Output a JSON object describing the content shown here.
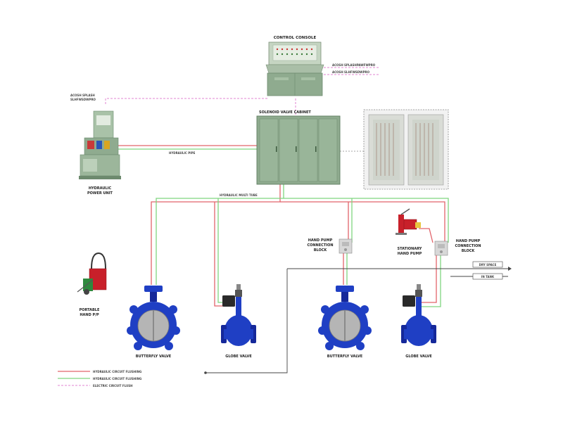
{
  "labels": {
    "control_console": "CONTROL CONSOLE",
    "console_note_1": "ACOSH SPLASHPAWFWPRO",
    "console_note_2": "ACOSH SLHFWSDWPRO",
    "hpu_note_1": "ACOSH SPLASH",
    "hpu_note_2": "SLHFWSDWPRO",
    "solenoid_cabinet": "SOLENOID VALVE CABINET",
    "hydraulic_pipe": "HYDRAULIC PIPE",
    "hydraulic_power_unit_1": "HYDRAULIC",
    "hydraulic_power_unit_2": "POWER UNIT",
    "hydraulic_multi_tube": "HYDRAULIC MULTI TUBE",
    "hand_pump_block_left_1": "HAND PUMP",
    "hand_pump_block_left_2": "CONNECTION",
    "hand_pump_block_left_3": "BLOCK",
    "stationary_pump_1": "STATIONARY",
    "stationary_pump_2": "HAND PUMP",
    "hand_pump_block_right_1": "HAND PUMP",
    "hand_pump_block_right_2": "CONNECTION",
    "hand_pump_block_right_3": "BLOCK",
    "dry_space": "DRY SPACE",
    "in_tank": "IN TANK",
    "portable_pump_1": "PORTABLE",
    "portable_pump_2": "HAND P/P",
    "butterfly_valve_1": "BUTTERFLY VALVE",
    "globe_valve_1": "GLOBE VALVE",
    "butterfly_valve_2": "BUTTERFLY VALVE",
    "globe_valve_2": "GLOBE VALVE"
  },
  "legend": [
    {
      "text": "HYDRAULIC CIRCUIT FLUSHING",
      "color": "#e2636b"
    },
    {
      "text": "HYDRAULIC CIRCUIT FLUSHING",
      "color": "#7fd57f"
    },
    {
      "text": "ELECTRIC CIRCUIT FLUSH",
      "color": "#e084d0"
    }
  ],
  "colors": {
    "cabinet_green": "#8fab8f",
    "cabinet_dark": "#6d8a6e",
    "valve_blue": "#1f3fc4",
    "valve_blue_dark": "#15289a",
    "disc_grey": "#b5b5b5",
    "actuator_black": "#2a2a2a",
    "pump_red": "#c8202a"
  }
}
